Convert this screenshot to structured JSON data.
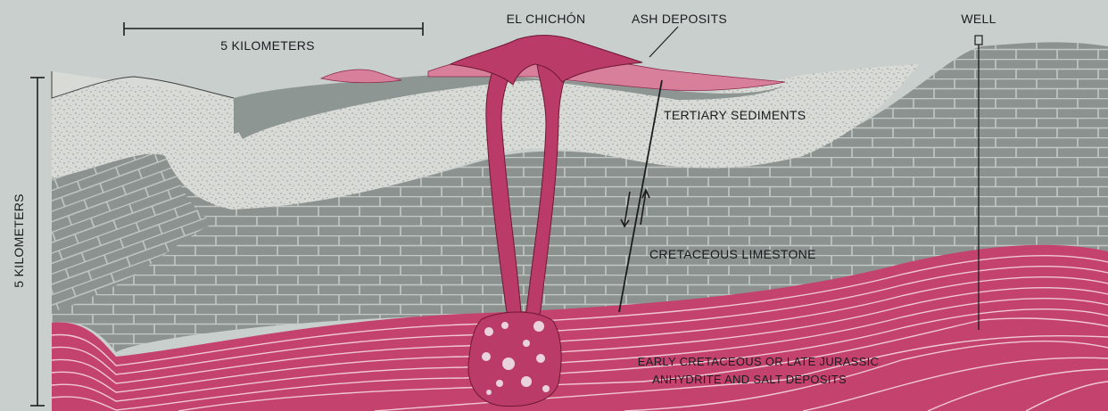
{
  "labels": {
    "volcano": "EL CHICHÓN",
    "ash": "ASH DEPOSITS",
    "well": "WELL",
    "horizontal_scale": "5  KILOMETERS",
    "vertical_scale": "5  KILOMETERS",
    "tertiary": "TERTIARY SEDIMENTS",
    "limestone": "CRETACEOUS LIMESTONE",
    "anhydrite_line1": "EARLY CRETACEOUS OR LATE JURASSIC",
    "anhydrite_line2": "ANHYDRITE AND SALT DEPOSITS"
  },
  "colors": {
    "sky": "#c9cfcd",
    "tertiary_sediments": "#d8dad6",
    "older_sediment": "#8e9694",
    "limestone": "#8b9290",
    "limestone_mortar": "#c3c8c5",
    "salt_deposits": "#c4426e",
    "salt_lines": "#f0c8d4",
    "magma": "#bb3b68",
    "ash_light": "#d87f9c"
  }
}
